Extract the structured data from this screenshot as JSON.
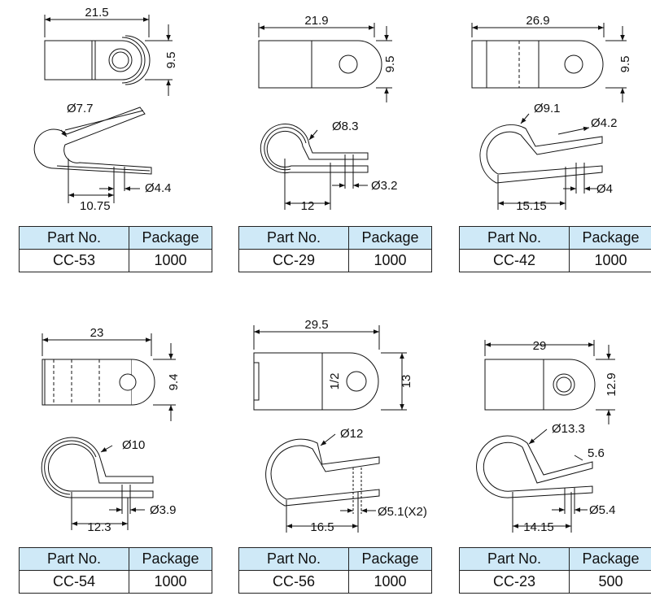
{
  "table_header": {
    "part_no": "Part No.",
    "package": "Package"
  },
  "parts": [
    {
      "part_no": "CC-53",
      "package": "1000",
      "width": "21.5",
      "height": "9.5",
      "diameter": "Ø7.7",
      "hole": "Ø4.4",
      "offset": "10.75"
    },
    {
      "part_no": "CC-29",
      "package": "1000",
      "width": "21.9",
      "height": "9.5",
      "diameter": "Ø8.3",
      "hole": "Ø3.2",
      "offset": "12"
    },
    {
      "part_no": "CC-42",
      "package": "1000",
      "width": "26.9",
      "height": "9.5",
      "diameter": "Ø9.1",
      "hole": "Ø4",
      "hole2": "Ø4.2",
      "offset": "15.15"
    },
    {
      "part_no": "CC-54",
      "package": "1000",
      "width": "23",
      "height": "9.4",
      "diameter": "Ø10",
      "hole": "Ø3.9",
      "offset": "12.3"
    },
    {
      "part_no": "CC-56",
      "package": "1000",
      "width": "29.5",
      "height": "13",
      "diameter": "Ø12",
      "hole": "Ø5.1(X2)",
      "offset": "16.5",
      "note": "1/2"
    },
    {
      "part_no": "CC-23",
      "package": "500",
      "width": "29",
      "height": "12.9",
      "diameter": "Ø13.3",
      "hole": "Ø5.4",
      "offset": "14.15",
      "extra": "5.6"
    }
  ]
}
